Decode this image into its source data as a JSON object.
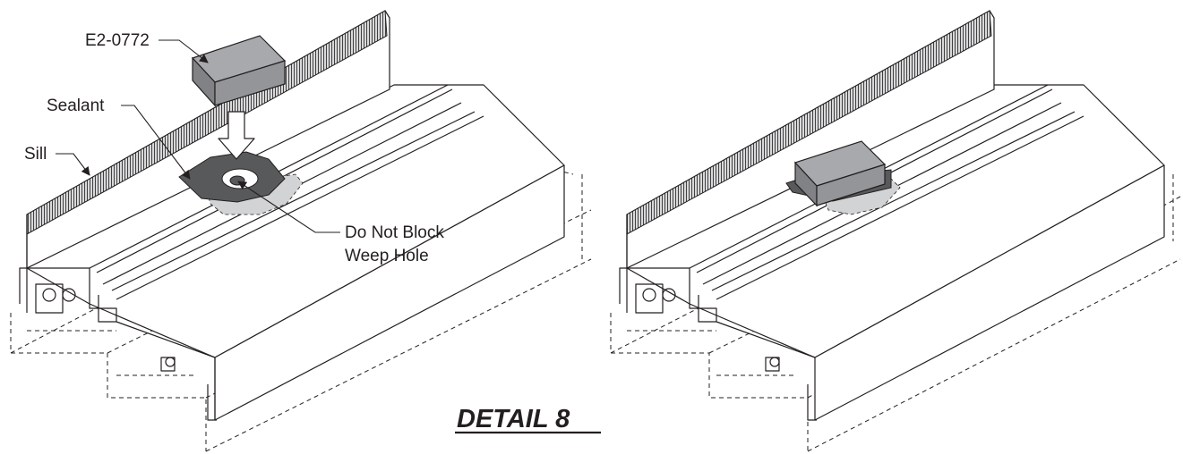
{
  "title": "DETAIL 8",
  "callouts": {
    "part_number": "E2-0772",
    "sealant": "Sealant",
    "sill": "Sill",
    "weep_line1": "Do Not Block",
    "weep_line2": "Weep Hole"
  },
  "colors": {
    "line": "#231f20",
    "block_top": "#a7a9ac",
    "block_side": "#808285",
    "sealant": "#58595b",
    "sealant_shadow": "#d1d3d4",
    "serration": "#414042"
  }
}
